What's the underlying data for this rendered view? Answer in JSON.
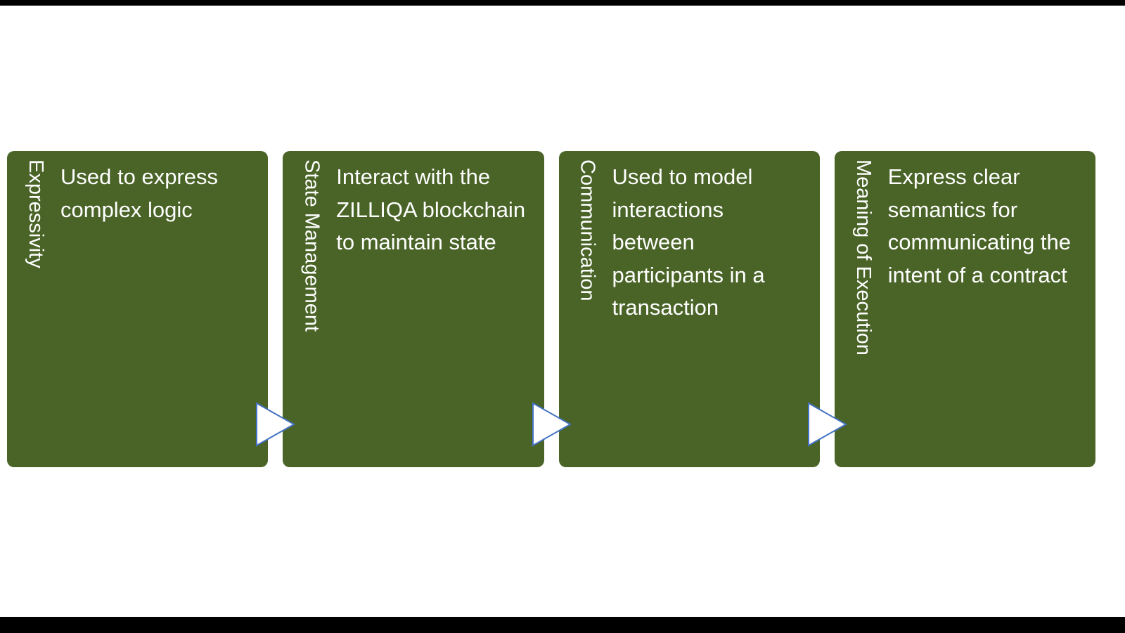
{
  "diagram": {
    "boxes": [
      {
        "label": "Expressivity",
        "text": "Used to express complex logic"
      },
      {
        "label": "State Management",
        "text": "Interact with the ZILLIQA blockchain to maintain state"
      },
      {
        "label": "Communication",
        "text": "Used to model interactions between participants in a transaction"
      },
      {
        "label": "Meaning of Execution",
        "text": "Express clear semantics for communicating the intent of a contract"
      }
    ]
  },
  "colors": {
    "box_fill": "#4a6428",
    "text_color": "#ffffff",
    "arrow_fill": "#ffffff",
    "arrow_stroke": "#4472c4",
    "frame_color": "#000000",
    "page_bg": "#ffffff"
  }
}
